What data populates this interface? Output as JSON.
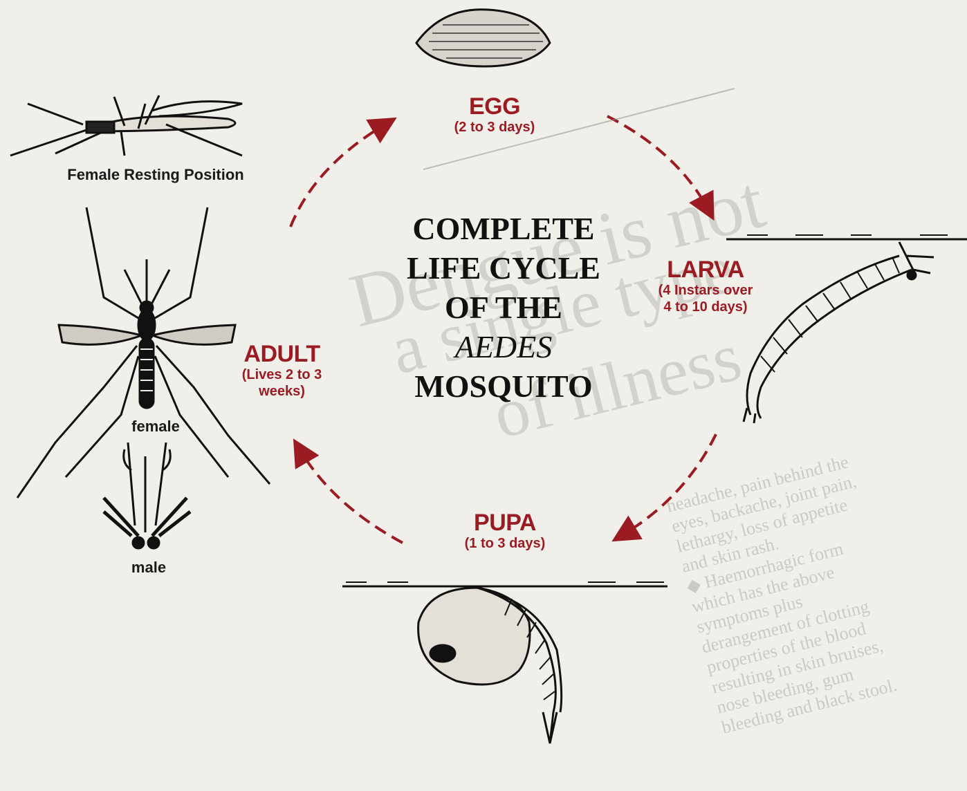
{
  "title": {
    "line1": "COMPLETE",
    "line2": "LIFE CYCLE",
    "line3": "OF THE",
    "line4": "AEDES",
    "line5": "MOSQUITO"
  },
  "stages": {
    "egg": {
      "name": "EGG",
      "duration": "(2 to 3 days)"
    },
    "larva": {
      "name": "LARVA",
      "duration_line1": "(4 Instars over",
      "duration_line2": "4 to 10 days)"
    },
    "pupa": {
      "name": "PUPA",
      "duration": "(1 to 3 days)"
    },
    "adult": {
      "name": "ADULT",
      "duration_line1": "(Lives 2 to  3",
      "duration_line2": "weeks)"
    }
  },
  "captions": {
    "resting": "Female Resting Position",
    "female": "female",
    "male": "male"
  },
  "colors": {
    "accent": "#9b1b22",
    "background": "#f1efe9",
    "ink": "#111111"
  }
}
